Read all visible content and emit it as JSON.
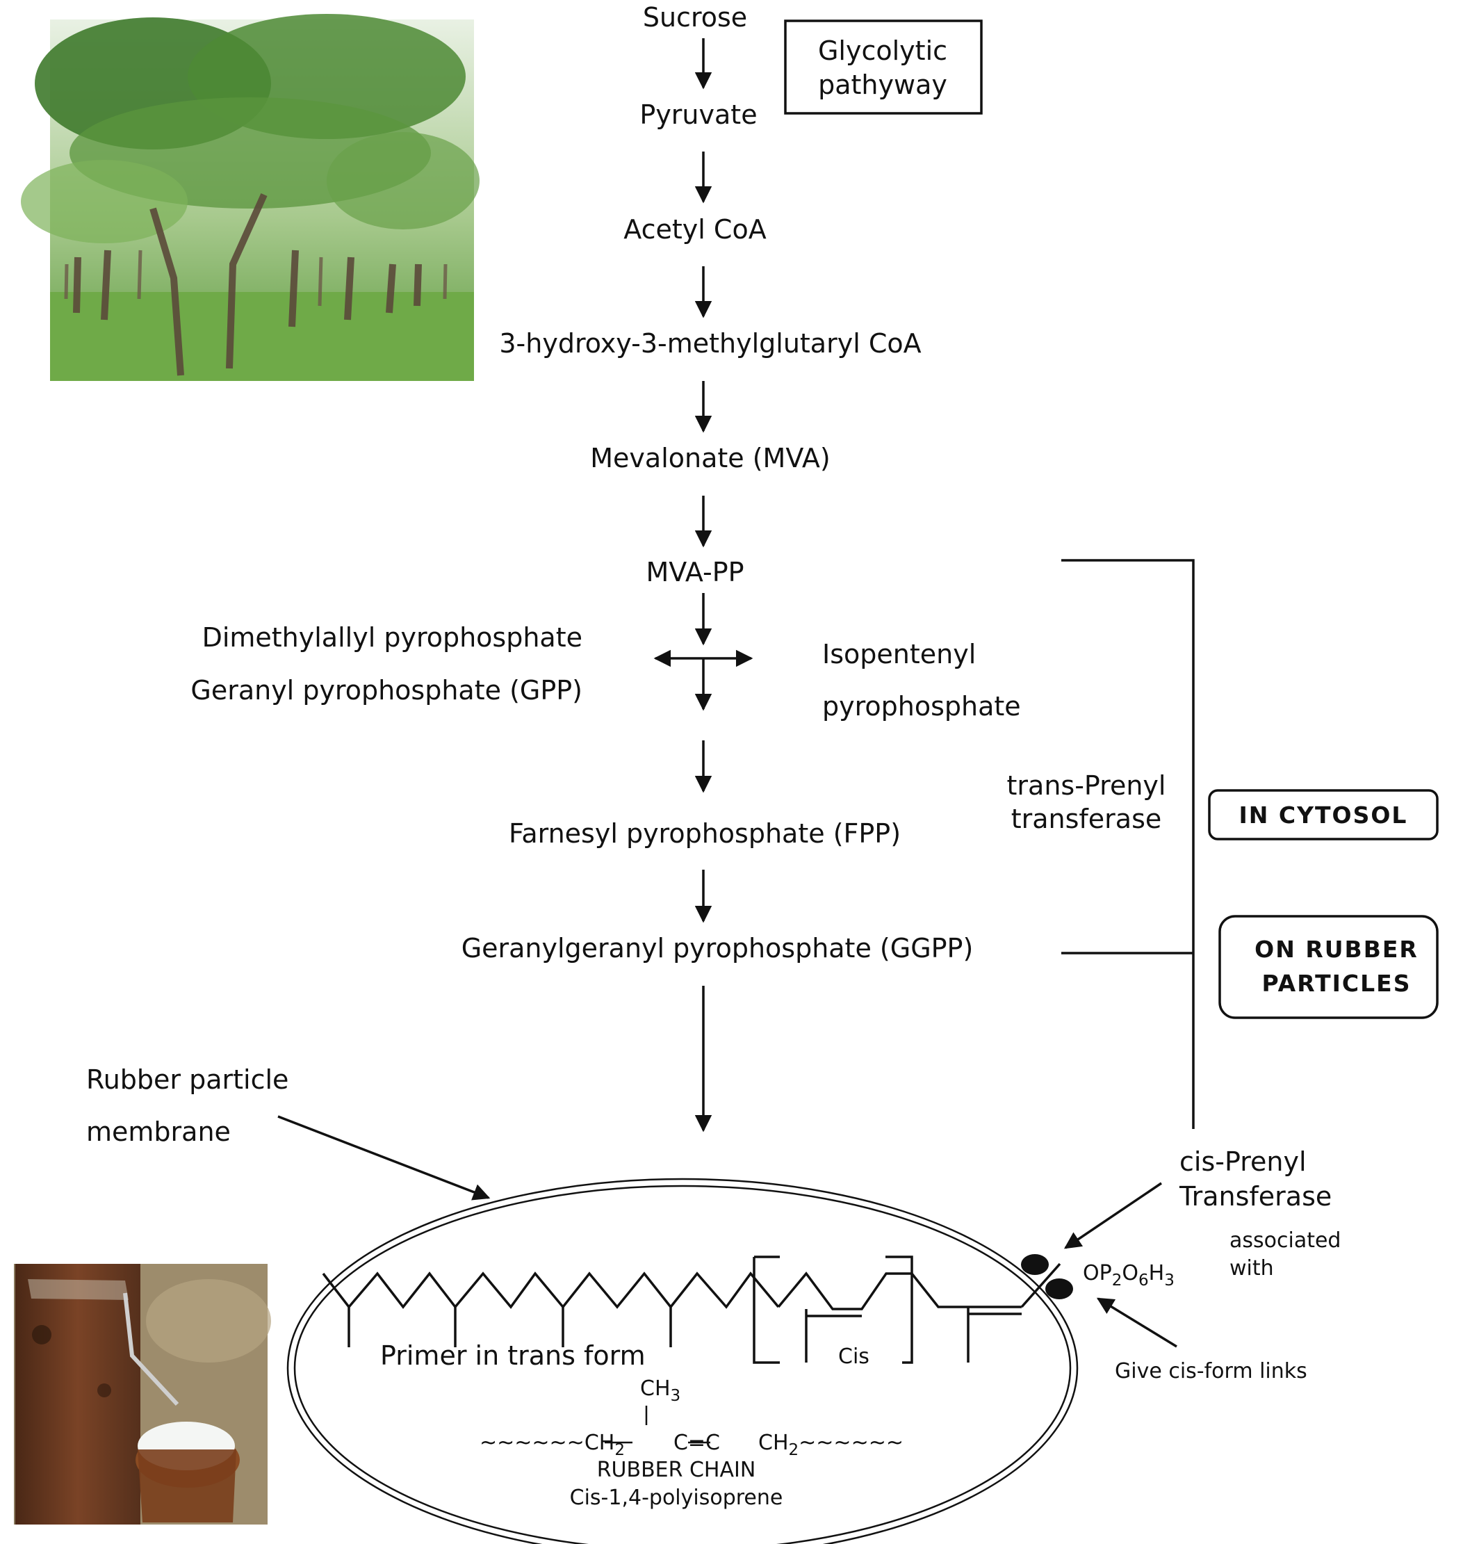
{
  "pathway": {
    "sucrose": "Sucrose",
    "pyruvate": "Pyruvate",
    "acetyl_coa": "Acetyl CoA",
    "hmg_coa": "3-hydroxy-3-methylglutaryl CoA",
    "mevalonate": "Mevalonate (MVA)",
    "mva_pp": "MVA-PP",
    "dimethylallyl": "Dimethylallyl pyrophosphate",
    "gpp": "Geranyl pyrophosphate (GPP)",
    "isopentenyl_1": "Isopentenyl",
    "isopentenyl_2": "pyrophosphate",
    "fpp": "Farnesyl pyrophosphate (FPP)",
    "ggpp": "Geranylgeranyl pyrophosphate  (GGPP)"
  },
  "glycolytic_box": {
    "line1": "Glycolytic",
    "line2": "pathyway"
  },
  "enzymes": {
    "trans_1": "trans-Prenyl",
    "trans_2": "transferase",
    "cis_1": "cis-Prenyl",
    "cis_2": "Transferase",
    "assoc_1": "associated",
    "assoc_2": "with"
  },
  "location_boxes": {
    "cytosol": "IN CYTOSOL",
    "particles_1": "ON RUBBER",
    "particles_2": "PARTICLES"
  },
  "particle": {
    "membrane_1": "Rubber particle",
    "membrane_2": "membrane",
    "primer": "Primer in trans form",
    "cis": "Cis",
    "op_main": "OP",
    "op_s1": "2",
    "op_o": "O",
    "op_s2": "6",
    "op_h": "H",
    "op_s3": "3",
    "give_cis": "Give cis-form links",
    "ch3": "CH",
    "ch3_sub": "3",
    "chain_left": "~~~~~~CH",
    "chain_sub1": "2",
    "chain_mid": "C=C",
    "chain_right": "CH",
    "chain_sub2": "2",
    "chain_tail": "~~~~~~",
    "rubber_chain": "RUBBER CHAIN",
    "polyisoprene": "Cis-1,4-polyisoprene"
  },
  "photos": {
    "top": "rubber-tree-plantation",
    "bottom": "latex-tapping-cup"
  },
  "colors": {
    "ink": "#111111",
    "foliage": "#5f9a3e",
    "bark": "#6b3a22",
    "latex": "#f4f6f4"
  }
}
